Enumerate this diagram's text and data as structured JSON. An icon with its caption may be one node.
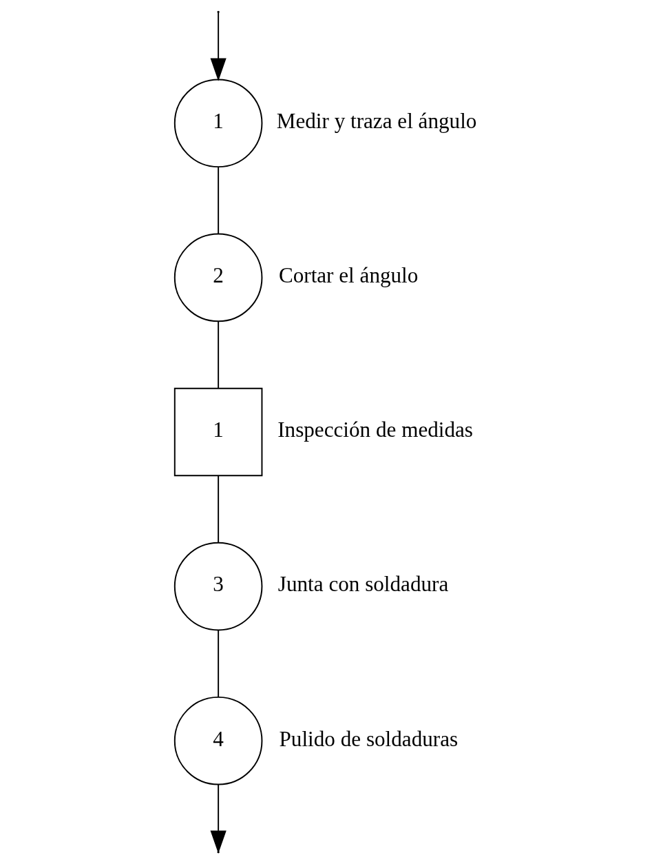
{
  "diagram": {
    "nodes": [
      {
        "text": [
          "1"
        ],
        "beside": [
          "Medir y traza el ángulo"
        ]
      },
      {
        "text": [
          "2"
        ],
        "beside": [
          "Cortar el ángulo"
        ]
      },
      {
        "text": [
          "1"
        ],
        "beside": [
          "Inspección de medidas"
        ]
      },
      {
        "text": [
          "3"
        ],
        "beside": [
          "Junta con soldadura"
        ]
      },
      {
        "text": [
          "4"
        ],
        "beside": [
          "Pulido de soldaduras"
        ]
      }
    ],
    "edges": [
      {
        "from": null,
        "to": 0,
        "arrow": "to"
      },
      {
        "from": 0,
        "to": 1,
        "arrow": "none"
      },
      {
        "from": 1,
        "to": 2,
        "arrow": "none"
      },
      {
        "from": 2,
        "to": 3,
        "arrow": "none"
      },
      {
        "from": 3,
        "to": 4,
        "arrow": "none"
      },
      {
        "from": 4,
        "to": null,
        "arrow": "to"
      }
    ]
  }
}
